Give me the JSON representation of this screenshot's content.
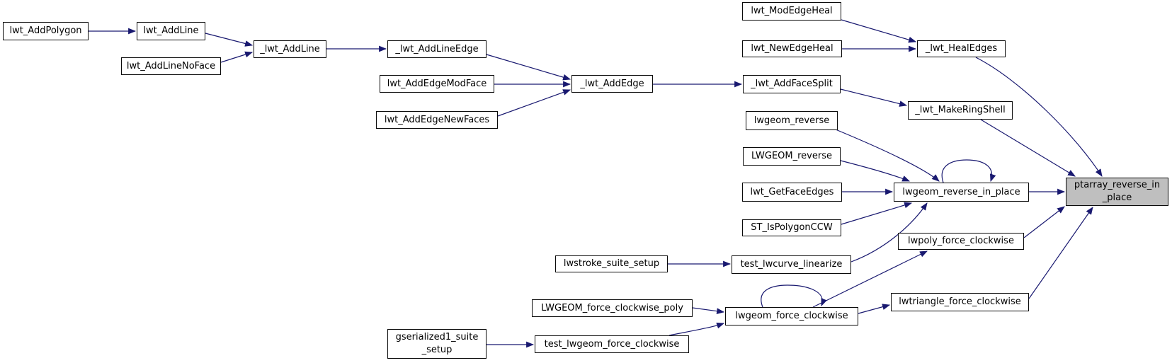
{
  "diagram": {
    "type": "call-graph",
    "background_color": "#ffffff",
    "edge_color": "#191970",
    "node_border_color": "#0a0a0a",
    "node_fill_color": "#ffffff",
    "highlight_node_fill_color": "#bfbfbf",
    "nodes": {
      "lwt_AddPolygon": {
        "label": "lwt_AddPolygon"
      },
      "lwt_AddLine": {
        "label": "lwt_AddLine"
      },
      "lwt_AddLineNoFace": {
        "label": "lwt_AddLineNoFace"
      },
      "_lwt_AddLine": {
        "label": "_lwt_AddLine"
      },
      "_lwt_AddLineEdge": {
        "label": "_lwt_AddLineEdge"
      },
      "lwt_AddEdgeModFace": {
        "label": "lwt_AddEdgeModFace"
      },
      "lwt_AddEdgeNewFaces": {
        "label": "lwt_AddEdgeNewFaces"
      },
      "_lwt_AddEdge": {
        "label": "_lwt_AddEdge"
      },
      "lwt_ModEdgeHeal": {
        "label": "lwt_ModEdgeHeal"
      },
      "lwt_NewEdgeHeal": {
        "label": "lwt_NewEdgeHeal"
      },
      "_lwt_HealEdges": {
        "label": "_lwt_HealEdges"
      },
      "_lwt_AddFaceSplit": {
        "label": "_lwt_AddFaceSplit"
      },
      "_lwt_MakeRingShell": {
        "label": "_lwt_MakeRingShell"
      },
      "lwgeom_reverse": {
        "label": "lwgeom_reverse"
      },
      "LWGEOM_reverse": {
        "label": "LWGEOM_reverse"
      },
      "lwt_GetFaceEdges": {
        "label": "lwt_GetFaceEdges"
      },
      "ST_IsPolygonCCW": {
        "label": "ST_IsPolygonCCW"
      },
      "lwgeom_reverse_in_place": {
        "label": "lwgeom_reverse_in_place"
      },
      "lwstroke_suite_setup": {
        "label": "lwstroke_suite_setup"
      },
      "test_lwcurve_linearize": {
        "label": "test_lwcurve_linearize"
      },
      "lwpoly_force_clockwise": {
        "label": "lwpoly_force_clockwise"
      },
      "lwtriangle_force_clockwise": {
        "label": "lwtriangle_force_clockwise"
      },
      "lwgeom_force_clockwise": {
        "label": "lwgeom_force_clockwise"
      },
      "LWGEOM_force_clockwise_poly": {
        "label": "LWGEOM_force_clockwise_poly"
      },
      "test_lwgeom_force_clockwise": {
        "label": "test_lwgeom_force_clockwise"
      },
      "gserialized1_suite_setup": {
        "label": "gserialized1_suite\n_setup"
      },
      "ptarray_reverse_in_place": {
        "label": "ptarray_reverse_in\n_place",
        "highlighted": true
      }
    },
    "edges": [
      {
        "from": "lwt_AddPolygon",
        "to": "lwt_AddLine"
      },
      {
        "from": "lwt_AddLine",
        "to": "_lwt_AddLine"
      },
      {
        "from": "lwt_AddLineNoFace",
        "to": "_lwt_AddLine"
      },
      {
        "from": "_lwt_AddLine",
        "to": "_lwt_AddLineEdge"
      },
      {
        "from": "_lwt_AddLineEdge",
        "to": "_lwt_AddEdge"
      },
      {
        "from": "lwt_AddEdgeModFace",
        "to": "_lwt_AddEdge"
      },
      {
        "from": "lwt_AddEdgeNewFaces",
        "to": "_lwt_AddEdge"
      },
      {
        "from": "_lwt_AddEdge",
        "to": "_lwt_AddFaceSplit"
      },
      {
        "from": "lwt_ModEdgeHeal",
        "to": "_lwt_HealEdges"
      },
      {
        "from": "lwt_NewEdgeHeal",
        "to": "_lwt_HealEdges"
      },
      {
        "from": "_lwt_HealEdges",
        "to": "ptarray_reverse_in_place"
      },
      {
        "from": "_lwt_AddFaceSplit",
        "to": "_lwt_MakeRingShell"
      },
      {
        "from": "_lwt_MakeRingShell",
        "to": "ptarray_reverse_in_place"
      },
      {
        "from": "lwgeom_reverse",
        "to": "lwgeom_reverse_in_place"
      },
      {
        "from": "LWGEOM_reverse",
        "to": "lwgeom_reverse_in_place"
      },
      {
        "from": "lwt_GetFaceEdges",
        "to": "lwgeom_reverse_in_place"
      },
      {
        "from": "ST_IsPolygonCCW",
        "to": "lwgeom_reverse_in_place"
      },
      {
        "from": "test_lwcurve_linearize",
        "to": "lwgeom_reverse_in_place"
      },
      {
        "from": "lwgeom_reverse_in_place",
        "to": "lwgeom_reverse_in_place"
      },
      {
        "from": "lwgeom_reverse_in_place",
        "to": "ptarray_reverse_in_place"
      },
      {
        "from": "lwstroke_suite_setup",
        "to": "test_lwcurve_linearize"
      },
      {
        "from": "lwpoly_force_clockwise",
        "to": "ptarray_reverse_in_place"
      },
      {
        "from": "lwtriangle_force_clockwise",
        "to": "ptarray_reverse_in_place"
      },
      {
        "from": "lwgeom_force_clockwise",
        "to": "lwpoly_force_clockwise"
      },
      {
        "from": "lwgeom_force_clockwise",
        "to": "lwtriangle_force_clockwise"
      },
      {
        "from": "lwgeom_force_clockwise",
        "to": "lwgeom_force_clockwise"
      },
      {
        "from": "LWGEOM_force_clockwise_poly",
        "to": "lwgeom_force_clockwise"
      },
      {
        "from": "test_lwgeom_force_clockwise",
        "to": "lwgeom_force_clockwise"
      },
      {
        "from": "gserialized1_suite_setup",
        "to": "test_lwgeom_force_clockwise"
      }
    ]
  }
}
